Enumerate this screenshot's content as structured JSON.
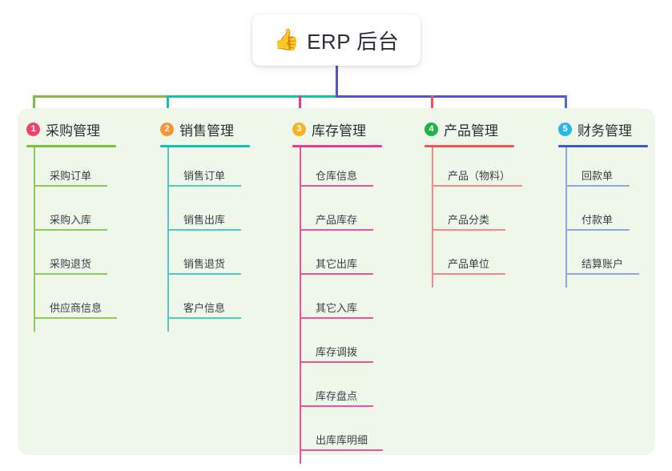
{
  "root": {
    "icon": "thumbs-up-emoji",
    "emoji": "👍",
    "title": "ERP 后台"
  },
  "palette": {
    "panel_bg": "#EFF7EA",
    "root_bg": "#FFFFFF",
    "bus_green": "#7CBF43",
    "bus_teal": "#17BEB3",
    "bus_indigo": "#4F58C6",
    "drop_green": "#7CBF43",
    "drop_teal": "#17BEB3",
    "drop_pink": "#ED3C8E",
    "drop_red": "#F4555A",
    "drop_blue": "#4F6FD0",
    "text_dark": "#2b2f36",
    "text_body": "#3a3f46"
  },
  "columns": [
    {
      "index": "1",
      "badge_color": "#F0426C",
      "title": "采购管理",
      "rule_color": "#7CBF43",
      "line_color": "#8CC85C",
      "spine_color": "#8CC85C",
      "items": [
        {
          "label": "采购订单",
          "rule_w": 92
        },
        {
          "label": "采购入库",
          "rule_w": 92
        },
        {
          "label": "采购退货",
          "rule_w": 92
        },
        {
          "label": "供应商信息",
          "rule_w": 104
        }
      ]
    },
    {
      "index": "2",
      "badge_color": "#F79433",
      "title": "销售管理",
      "rule_color": "#17BEB3",
      "line_color": "#52C9C0",
      "spine_color": "#52C9C0",
      "items": [
        {
          "label": "销售订单",
          "rule_w": 92
        },
        {
          "label": "销售出库",
          "rule_w": 92
        },
        {
          "label": "销售退货",
          "rule_w": 92
        },
        {
          "label": "客户信息",
          "rule_w": 92
        }
      ]
    },
    {
      "index": "3",
      "badge_color": "#F5B320",
      "title": "库存管理",
      "rule_color": "#EA3A90",
      "line_color": "#E8559C",
      "spine_color": "#E8559C",
      "items": [
        {
          "label": "仓库信息",
          "rule_w": 92
        },
        {
          "label": "产品库存",
          "rule_w": 92
        },
        {
          "label": "其它出库",
          "rule_w": 92
        },
        {
          "label": "其它入库",
          "rule_w": 92
        },
        {
          "label": "库存调拨",
          "rule_w": 92
        },
        {
          "label": "库存盘点",
          "rule_w": 92
        },
        {
          "label": "出库库明细",
          "rule_w": 104
        }
      ]
    },
    {
      "index": "4",
      "badge_color": "#21B24B",
      "title": "产品管理",
      "rule_color": "#F4555A",
      "line_color": "#F4898C",
      "spine_color": "#F4898C",
      "items": [
        {
          "label": "产品（物料）",
          "rule_w": 113
        },
        {
          "label": "产品分类",
          "rule_w": 92
        },
        {
          "label": "产品单位",
          "rule_w": 92
        }
      ]
    },
    {
      "index": "5",
      "badge_color": "#29B6E8",
      "title": "财务管理",
      "rule_color": "#3E5BC4",
      "line_color": "#90A6DC",
      "spine_color": "#90A6DC",
      "items": [
        {
          "label": "回款单",
          "rule_w": 80
        },
        {
          "label": "付款单",
          "rule_w": 80
        },
        {
          "label": "结算账户",
          "rule_w": 92
        }
      ]
    }
  ]
}
